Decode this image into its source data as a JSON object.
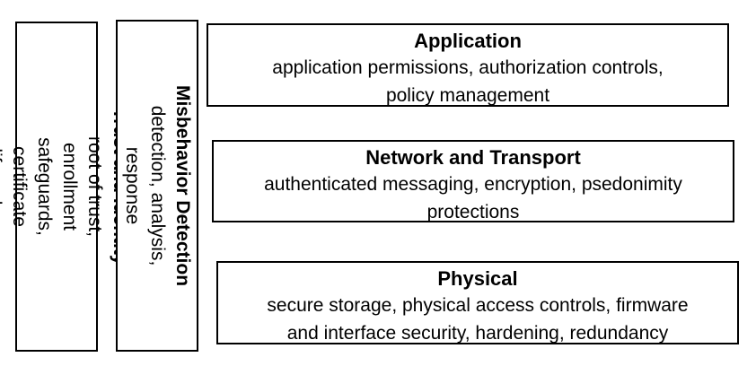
{
  "pillars": {
    "trust": {
      "title": "Trust and Identity",
      "desc": "root of trust, enrollment\nsafeguards, certificate lifecycles"
    },
    "misbehavior": {
      "title": "Misbehavior Detection",
      "desc": "detection, analysis, response"
    }
  },
  "layers": {
    "application": {
      "title": "Application",
      "desc": "application permissions, authorization controls,\npolicy management"
    },
    "network": {
      "title": "Network and Transport",
      "desc": "authenticated messaging, encryption, psedonimity\nprotections"
    },
    "physical": {
      "title": "Physical",
      "desc": "secure storage, physical access controls, firmware\nand interface security, hardening, redundancy"
    }
  },
  "colors": {
    "border": "#000000",
    "background": "#ffffff",
    "text": "#000000"
  }
}
